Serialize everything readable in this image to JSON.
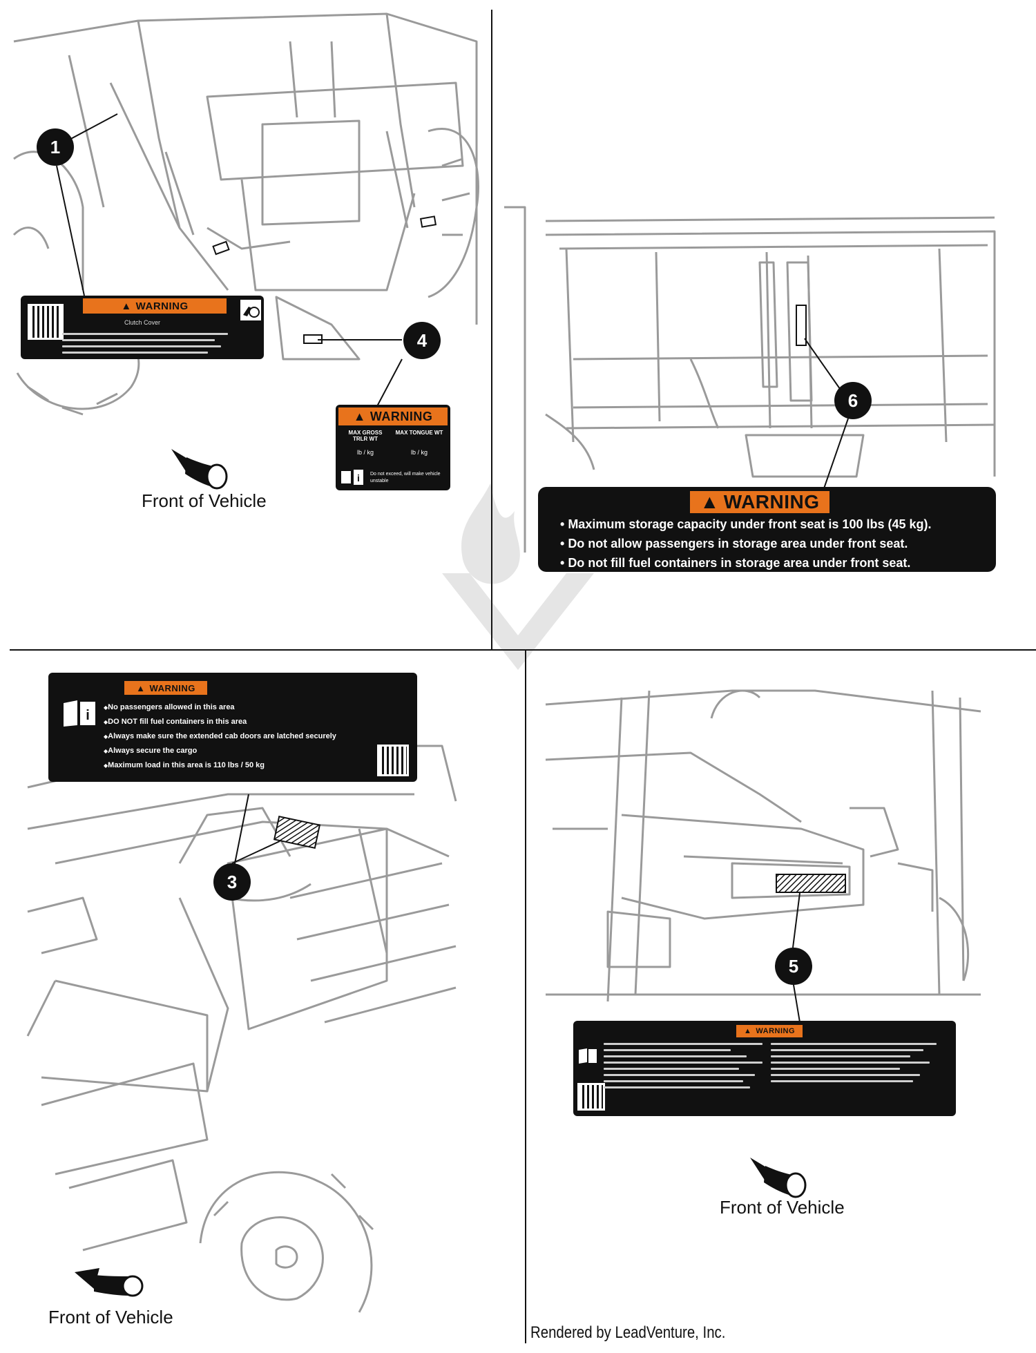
{
  "panels": {
    "top_left": {
      "callouts": [
        "1",
        "4"
      ],
      "label1": {
        "heading": "WARNING",
        "subtitle": "Clutch Cover"
      },
      "label4": {
        "heading": "WARNING",
        "col1_header": "MAX GROSS TRLR WT",
        "col2_header": "MAX TONGUE WT",
        "col1_value": "lb / kg",
        "col2_value": "lb / kg",
        "footer": "Do not exceed, will make vehicle unstable"
      },
      "front_label": "Front of Vehicle"
    },
    "top_right": {
      "callouts": [
        "6"
      ],
      "label6": {
        "heading": "WARNING",
        "lines": [
          "Maximum storage capacity under front seat is 100 lbs (45 kg).",
          "Do not allow passengers in storage area under front seat.",
          "Do not fill fuel containers in storage area under front seat."
        ]
      }
    },
    "bottom_left": {
      "callouts": [
        "3"
      ],
      "label3": {
        "heading": "WARNING",
        "lines": [
          "No passengers allowed in this area",
          "DO NOT fill fuel containers in this area",
          "Always make sure the extended cab doors are latched securely",
          "Always secure the cargo",
          "Maximum load in this area is 110 lbs / 50 kg"
        ]
      },
      "front_label": "Front of Vehicle"
    },
    "bottom_right": {
      "callouts": [
        "5"
      ],
      "label5": {
        "heading": "WARNING"
      },
      "front_label": "Front of Vehicle"
    }
  },
  "footer": {
    "rendered_by": "Rendered by LeadVenture, Inc."
  },
  "colors": {
    "warning_orange": "#e8731c",
    "label_black": "#111111",
    "line_gray": "#9a9a9a"
  }
}
